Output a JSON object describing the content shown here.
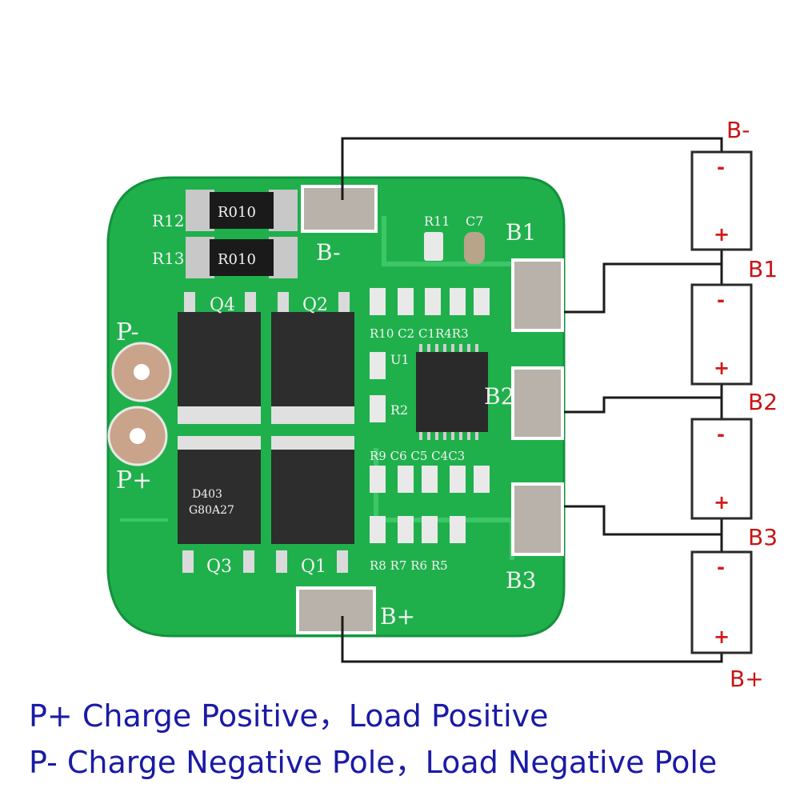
{
  "board": {
    "ref_labels": {
      "r12": "R12",
      "r13": "R13",
      "r010_a": "R010",
      "r010_b": "R010",
      "q4": "Q4",
      "q2": "Q2",
      "q3": "Q3",
      "q1": "Q1",
      "r11": "R11",
      "c7": "C7",
      "r10c2c1r4r3": "R10 C2 C1R4R3",
      "u1": "U1",
      "r2": "R2",
      "r9c6c5c4c3": "R9 C6 C5 C4C3",
      "r8r7r6r5": "R8 R7 R6 R5",
      "mosfet_top": "D403",
      "mosfet_code": "G80A27"
    },
    "pads": {
      "b_minus": "B-",
      "b_plus": "B+",
      "p_minus": "P-",
      "p_plus": "P+",
      "b1": "B1",
      "b2": "B2",
      "b3": "B3"
    }
  },
  "terminals": {
    "b_minus": "B-",
    "b1": "B1",
    "b2": "B2",
    "b3": "B3",
    "b_plus": "B+"
  },
  "cells": [
    {
      "minus": "-",
      "plus": "+"
    },
    {
      "minus": "-",
      "plus": "+"
    },
    {
      "minus": "-",
      "plus": "+"
    },
    {
      "minus": "-",
      "plus": "+"
    }
  ],
  "captions": {
    "line1": "P+ Charge Positive，Load Positive",
    "line2": "P- Charge Negative Pole，Load Negative Pole"
  },
  "colors": {
    "pcb": "#1fb04c",
    "pcb_dark": "#128a37",
    "wire": "#1a1a1a",
    "terminal_text": "#c81414",
    "caption_text": "#1a1aa6"
  }
}
